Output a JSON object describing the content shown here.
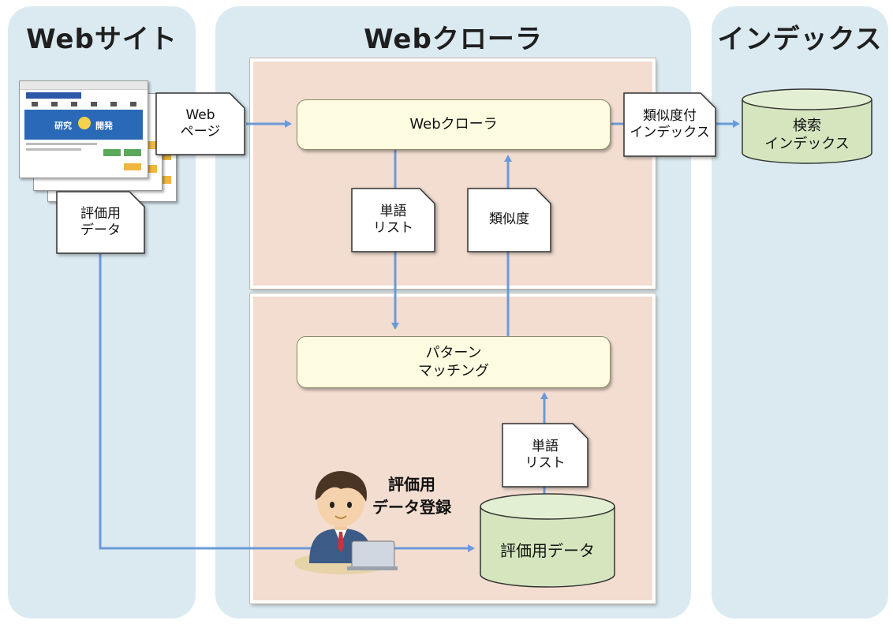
{
  "lanes": {
    "website": "Webサイト",
    "crawler": "Webクローラ",
    "index": "インデックス"
  },
  "processes": {
    "crawler": "Webクローラ",
    "matching": "パターン\nマッチング"
  },
  "documents": {
    "web_page": "Web\nページ",
    "eval_data": "評価用\nデータ",
    "word_list_top": "単語\nリスト",
    "similarity": "類似度",
    "indexed": "類似度付\nインデックス",
    "word_list_bottom": "単語\nリスト"
  },
  "databases": {
    "search_index": "検索\nインデックス",
    "eval_data_store": "評価用データ"
  },
  "captions": {
    "registration": "評価用\nデータ登録"
  },
  "thumbnail": {
    "text_a": "研究",
    "text_b": "開発"
  },
  "colors": {
    "lane": "#dbeaf1",
    "panel": "#f3ddd0",
    "process": "#fdfce0",
    "database": "#d5e6bf",
    "arrow": "#6a9bd8"
  }
}
